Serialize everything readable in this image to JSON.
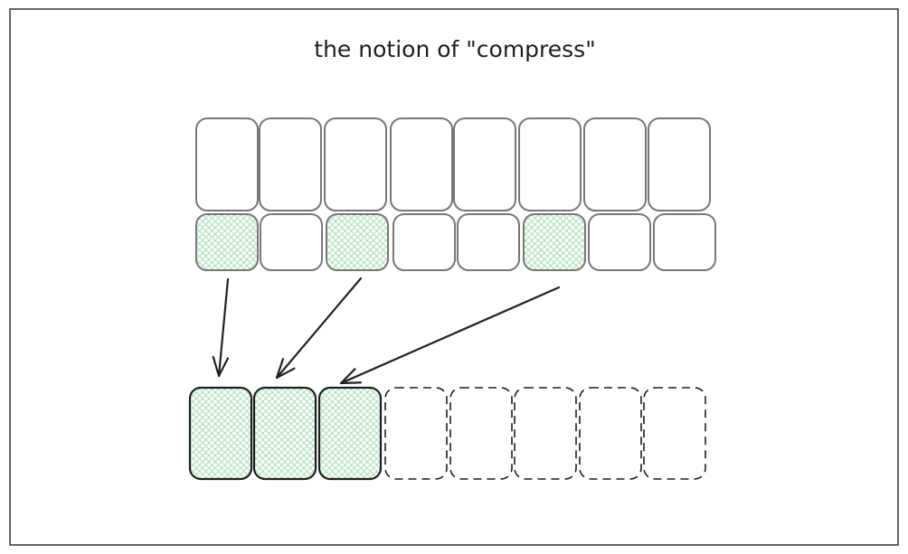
{
  "title": "the notion of \"compress\"",
  "colors": {
    "frame": "#333333",
    "top_row_stroke": "#777777",
    "mask_stroke": "#777777",
    "result_stroke": "#1e1e1e",
    "hatch": "#a9e3b4",
    "arrow": "#222222",
    "background": "#ffffff"
  },
  "diagram": {
    "input_values": {
      "count": 8,
      "filled": [
        false,
        false,
        false,
        false,
        false,
        false,
        false,
        false
      ]
    },
    "mask": {
      "count": 8,
      "selected": [
        true,
        false,
        true,
        false,
        false,
        true,
        false,
        false
      ]
    },
    "output": {
      "count": 8,
      "filled": [
        true,
        true,
        true,
        false,
        false,
        false,
        false,
        false
      ]
    },
    "arrows": [
      {
        "from_mask_index": 0,
        "to_output_index": 0
      },
      {
        "from_mask_index": 2,
        "to_output_index": 1
      },
      {
        "from_mask_index": 5,
        "to_output_index": 2
      }
    ]
  }
}
